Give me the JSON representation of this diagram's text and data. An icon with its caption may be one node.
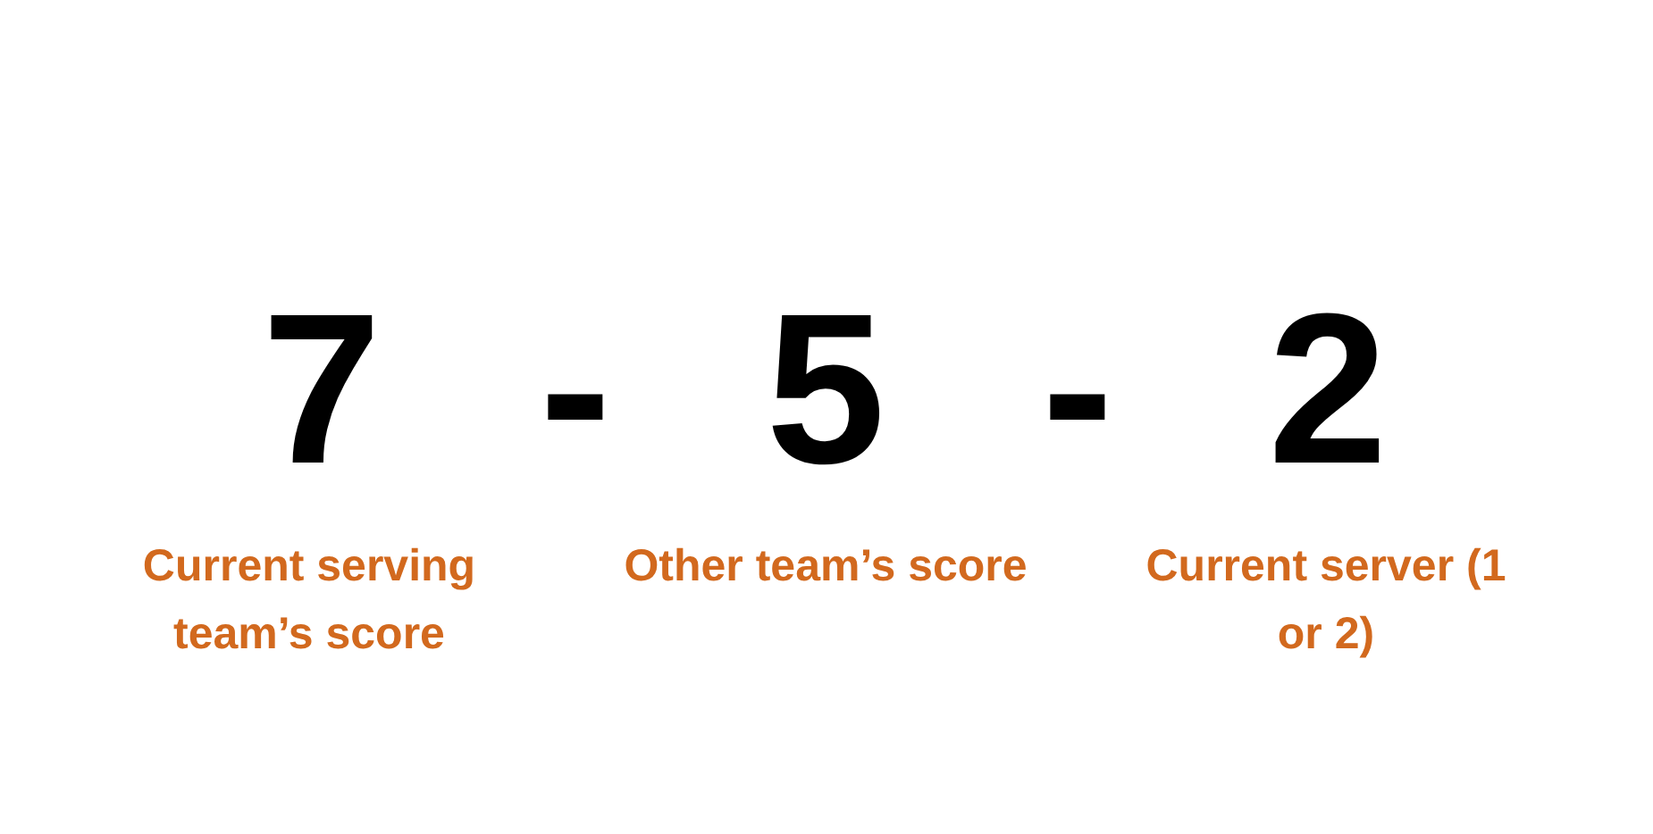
{
  "diagram": {
    "labels": [
      "7",
      "-",
      "5",
      "-",
      "2",
      "Current serving team’s score",
      "Other team’s score",
      "Current server (1 or 2)"
    ]
  }
}
